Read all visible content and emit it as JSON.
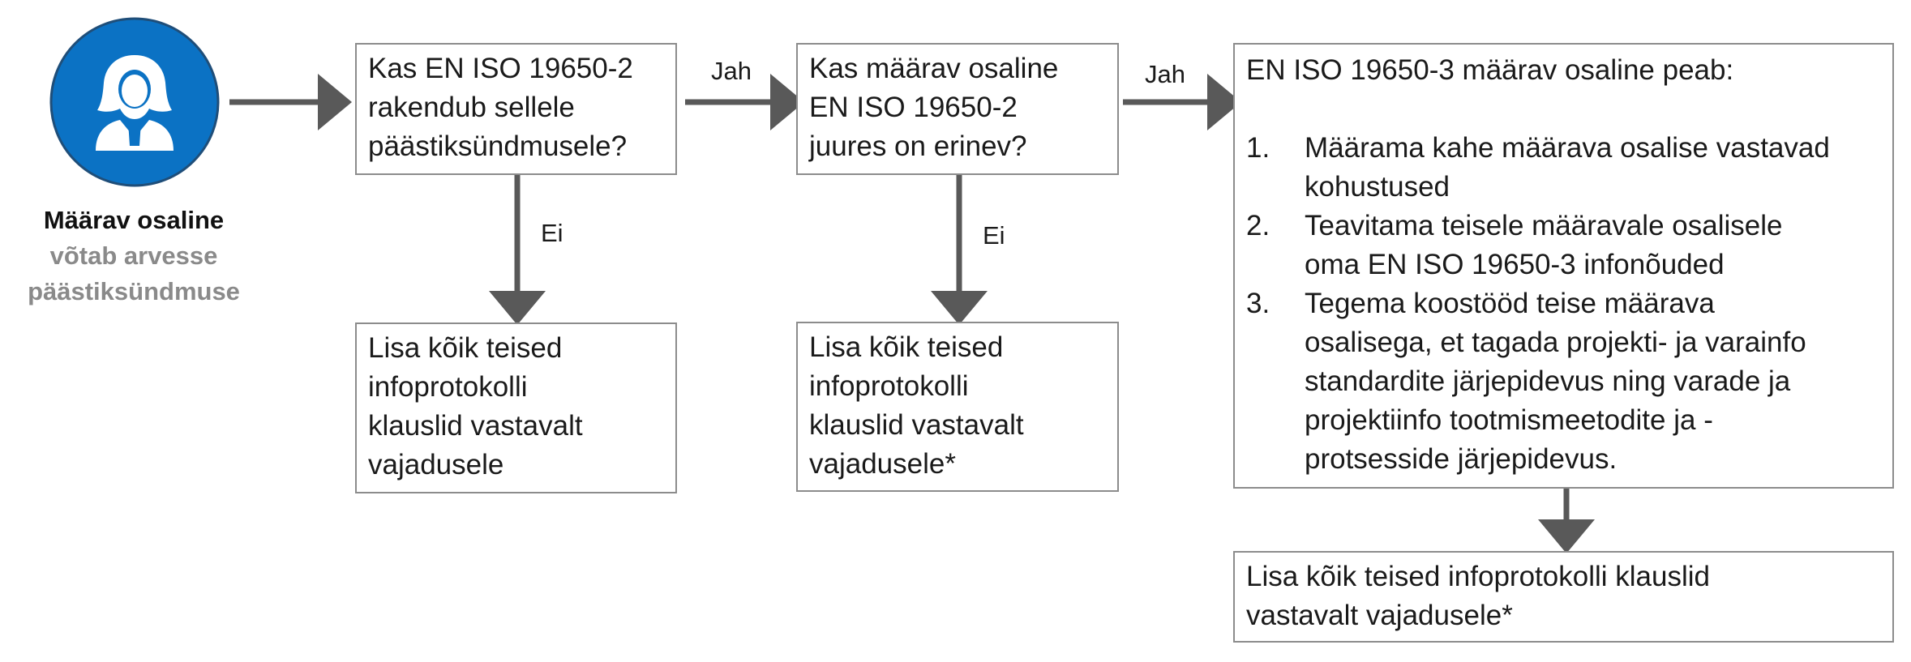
{
  "actor": {
    "icon": "user-female-icon",
    "circle_color": "#0b72c4",
    "caption_line1": "Määrav osaline",
    "caption_line2": "võtab arvesse",
    "caption_line3": "päästiksündmuse"
  },
  "question1": {
    "lines": [
      "Kas EN ISO 19650-2",
      "rakendub sellele",
      "päästiksündmusele?"
    ],
    "yes_label": "Jah",
    "no_label": "Ei"
  },
  "question2": {
    "lines": [
      "Kas määrav osaline",
      "EN ISO 19650-2",
      "juures on erinev?"
    ],
    "yes_label": "Jah",
    "no_label": "Ei"
  },
  "no_result1": {
    "lines": [
      "Lisa kõik teised",
      "infoprotokolli",
      "klauslid vastavalt",
      "vajadusele"
    ]
  },
  "no_result2": {
    "lines": [
      "Lisa kõik teised",
      "infoprotokolli",
      "klauslid vastavalt",
      "vajadusele*"
    ]
  },
  "requirements": {
    "title": "EN ISO 19650-3 määrav osaline peab:",
    "items": [
      {
        "num": "1.",
        "lines": [
          "Määrama kahe määrava osalise vastavad",
          "kohustused"
        ]
      },
      {
        "num": "2.",
        "lines": [
          "Teavitama teisele määravale osalisele",
          "oma EN ISO 19650-3 infonõuded"
        ]
      },
      {
        "num": "3.",
        "lines": [
          "Tegema koostööd teise määrava",
          "osalisega, et tagada projekti- ja varainfo",
          "standardite järjepidevus ning varade ja",
          "projektiinfo tootmismeetodite ja -",
          "protsesside järjepidevus."
        ]
      }
    ]
  },
  "final_result": {
    "lines": [
      "Lisa kõik teised infoprotokolli klauslid",
      "vastavalt vajadusele*"
    ]
  },
  "colors": {
    "arrow": "#595959",
    "box_border": "#8c8c8c"
  }
}
